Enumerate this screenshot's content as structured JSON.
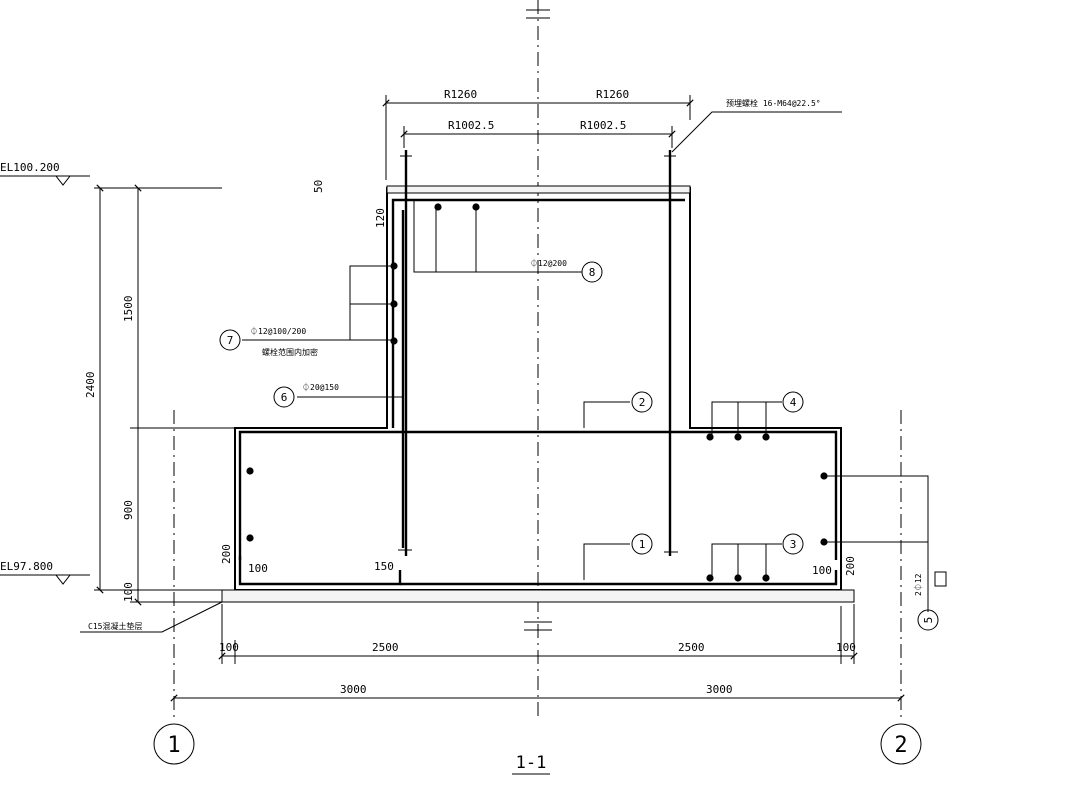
{
  "elevations": {
    "top": "EL100.200",
    "bottom": "EL97.800"
  },
  "dims": {
    "r1260_left": "R1260",
    "r1260_right": "R1260",
    "r1002_left": "R1002.5",
    "r1002_right": "R1002.5",
    "top_50": "50",
    "top_120": "120",
    "h1500": "1500",
    "h2400": "2400",
    "h900": "900",
    "h100_left": "100",
    "cover200_left": "200",
    "cover200_right": "200",
    "hook100_left": "100",
    "hook150": "150",
    "hook100_right": "100",
    "base100_left": "100",
    "base2500_left": "2500",
    "base2500_right": "2500",
    "base100_right": "100",
    "span3000_left": "3000",
    "span3000_right": "3000"
  },
  "labels": {
    "anchor_bolt": "预埋螺栓 16-M64@22.5°",
    "rebar8": "⏀12@200",
    "rebar7": "⏀12@100/200",
    "rebar7_note": "螺栓范围内加密",
    "rebar6": "⏀20@150",
    "rebar5": "2⏀12",
    "c15": "C15混凝土垫层"
  },
  "markers": {
    "m1": "1",
    "m2": "2",
    "m3": "3",
    "m4": "4",
    "m5": "5",
    "m6": "6",
    "m7": "7",
    "m8": "8"
  },
  "axes": {
    "left": "1",
    "right": "2"
  },
  "section_title": "1-1"
}
